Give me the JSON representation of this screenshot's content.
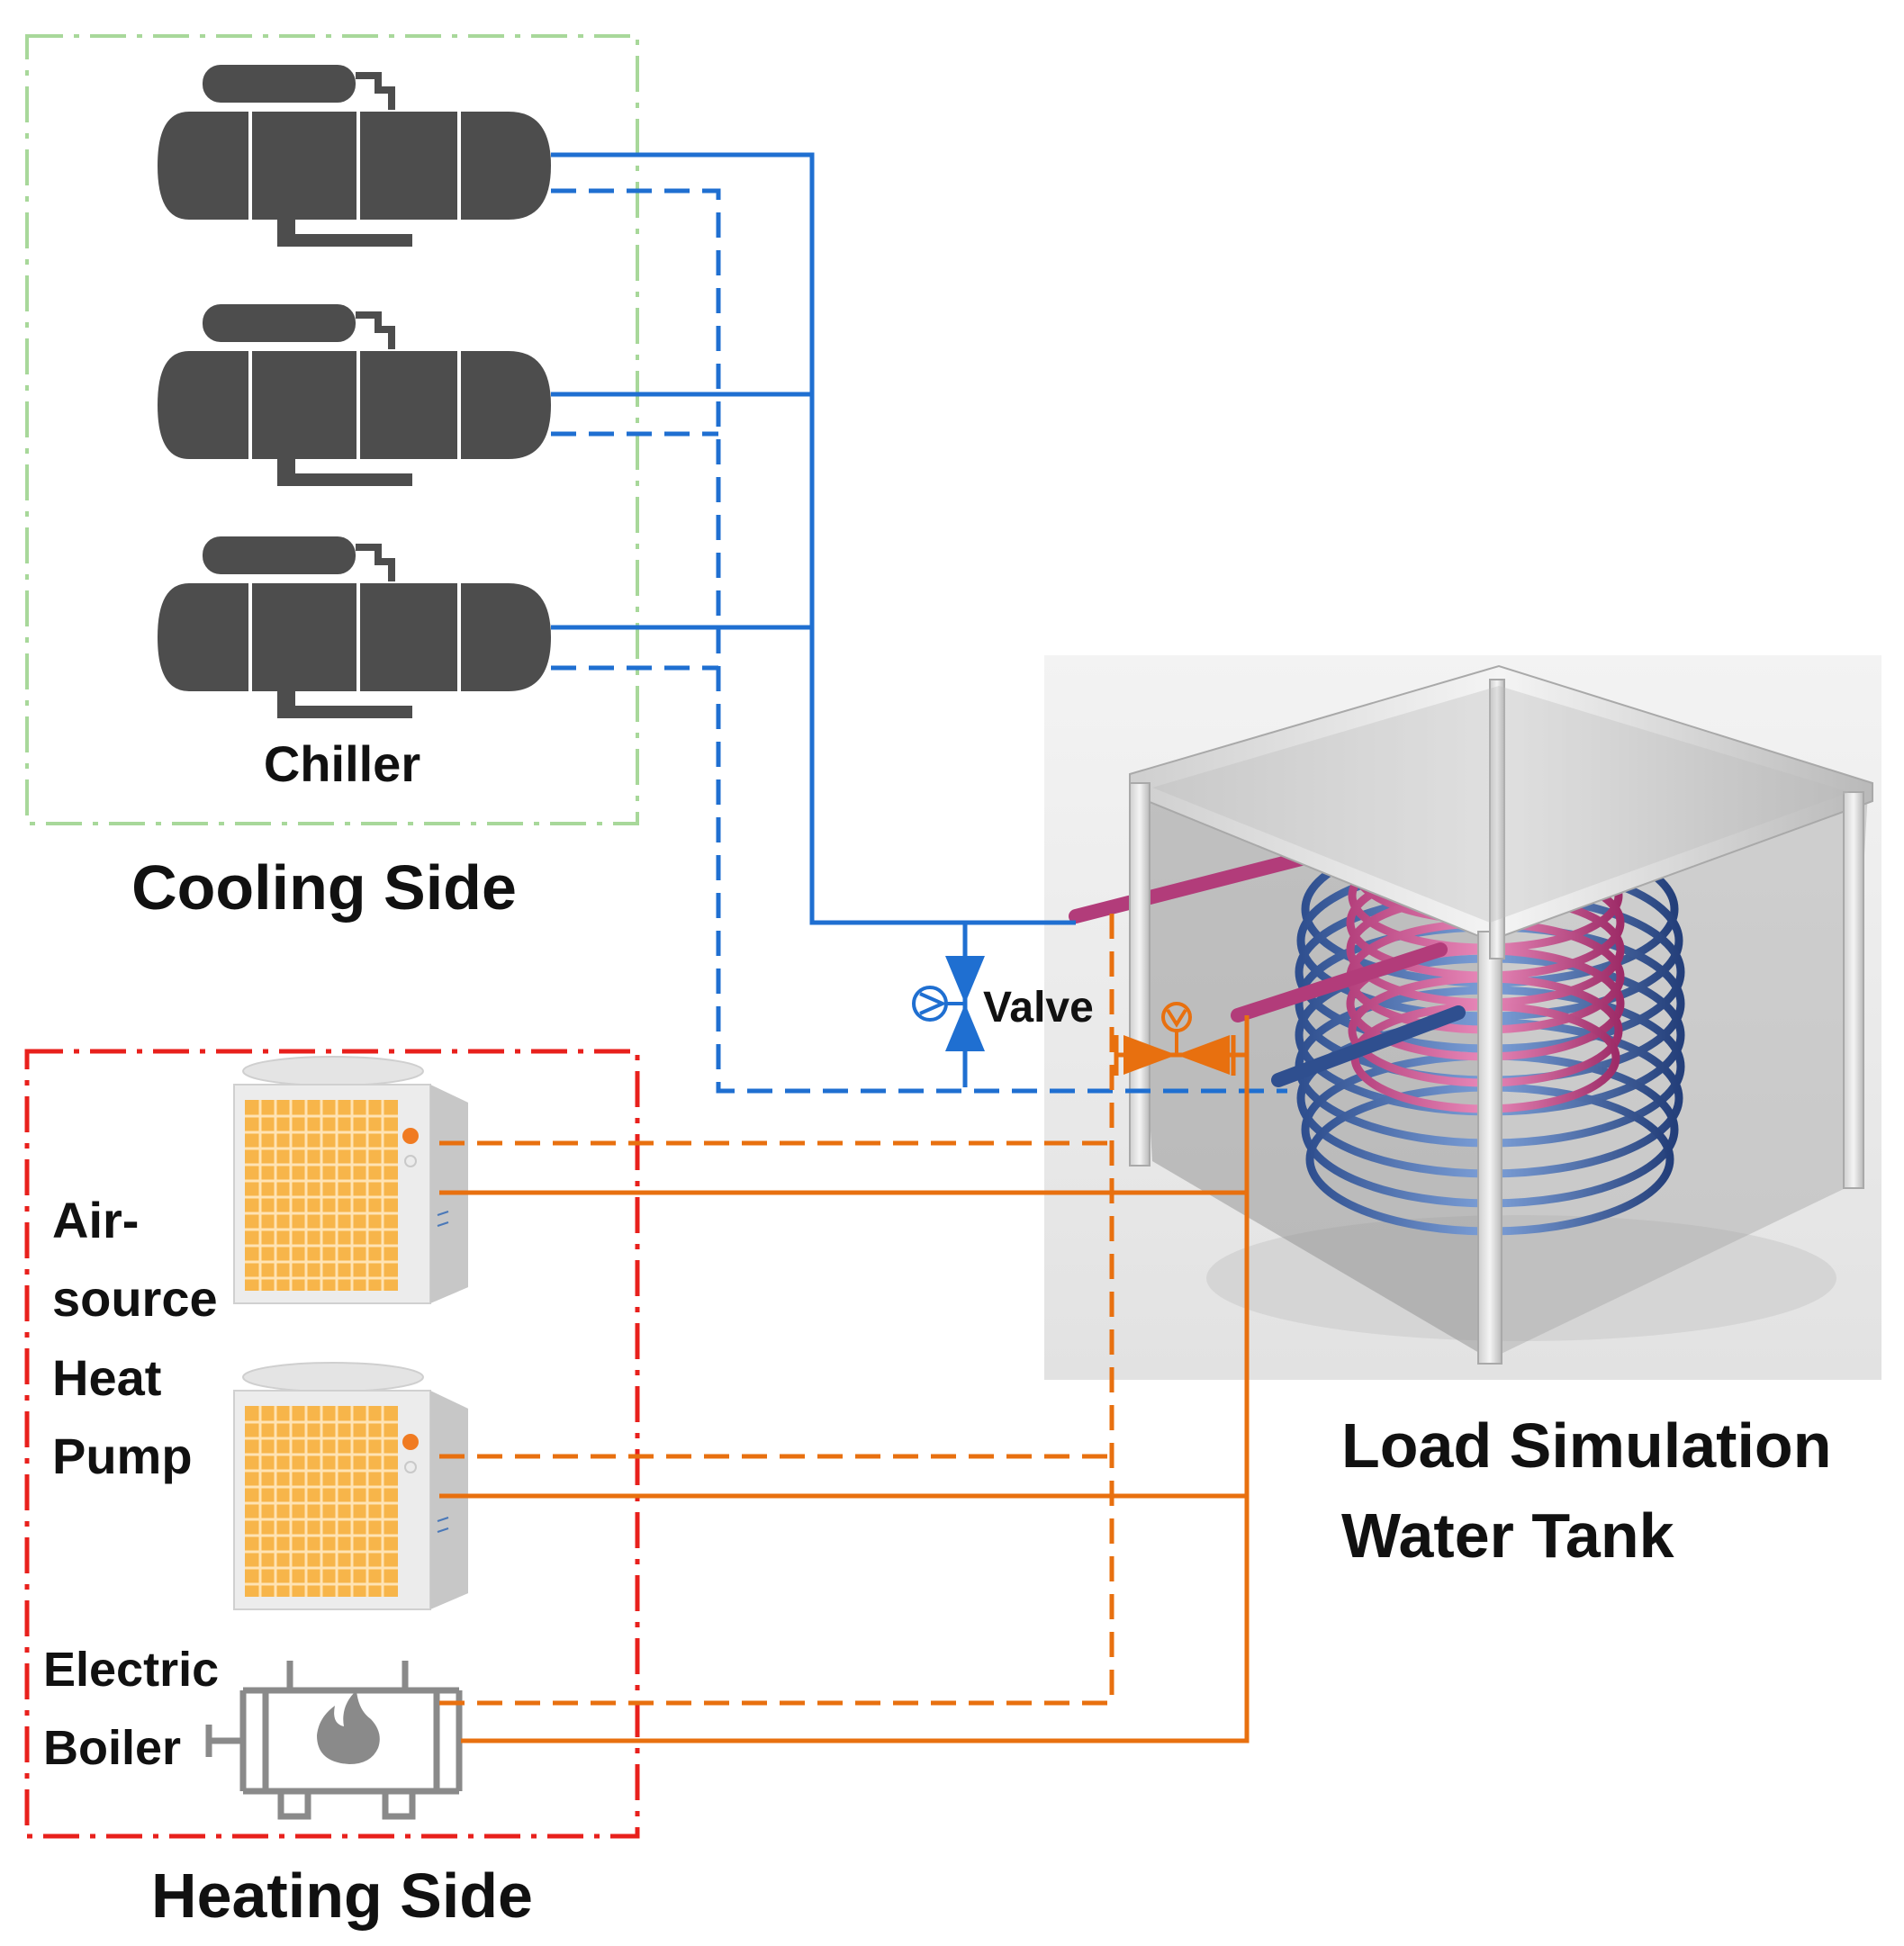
{
  "labels": {
    "chiller": "Chiller",
    "cooling_side": "Cooling Side",
    "heating_side": "Heating Side",
    "valve": "Valve",
    "ashp_line1": "Air-",
    "ashp_line2": "source",
    "ashp_line3": "Heat",
    "ashp_line4": "Pump",
    "boiler_line1": "Electric",
    "boiler_line2": "Boiler",
    "tank_line1": "Load Simulation",
    "tank_line2": "Water Tank"
  },
  "colors": {
    "cooling_pipe": "#1f6fd1",
    "heating_pipe": "#e8700f",
    "cooling_box": "#a8d89a",
    "heating_box": "#e8201c",
    "chiller_body": "#4d4d4d",
    "heat_pump_grid": "#f7b54a",
    "boiler_outline": "#8a8a8a"
  },
  "icons": {
    "chiller": "chiller-icon",
    "heat_pump": "heat-pump-icon",
    "boiler": "electric-boiler-icon",
    "valve": "valve-icon",
    "pump": "pump-icon",
    "tank": "water-tank-icon"
  }
}
